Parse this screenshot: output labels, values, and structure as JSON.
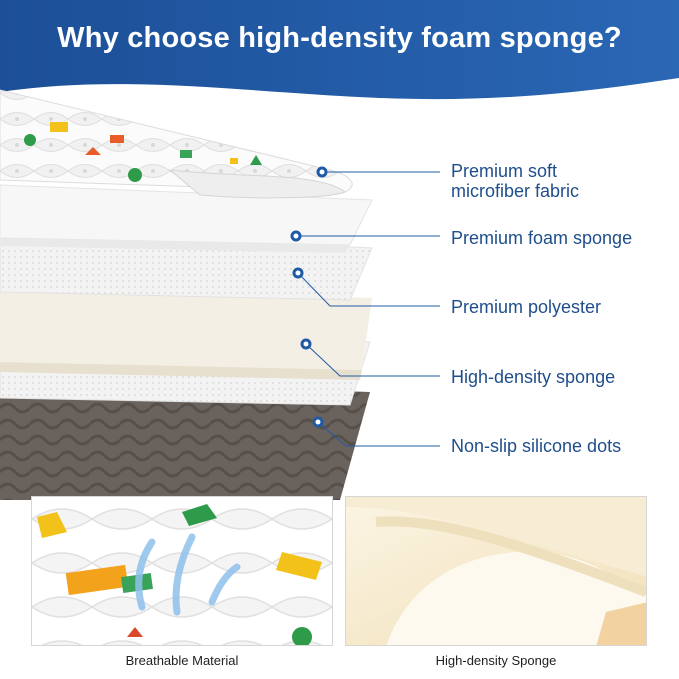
{
  "header": {
    "title": "Why choose high-density foam sponge?",
    "band_color": "#1f5aa6"
  },
  "layers": [
    {
      "label_line1": "Premium soft",
      "label_line2": "microfiber fabric"
    },
    {
      "label_line1": "Premium foam sponge"
    },
    {
      "label_line1": "Premium polyester"
    },
    {
      "label_line1": "High-density sponge"
    },
    {
      "label_line1": "Non-slip silicone dots"
    }
  ],
  "photos": {
    "left_caption": "Breathable Material",
    "right_caption": "High-density Sponge"
  },
  "colors": {
    "label_text": "#1f4e8c",
    "dot": "#1f5aa6",
    "base_layer": "#6a625c"
  }
}
